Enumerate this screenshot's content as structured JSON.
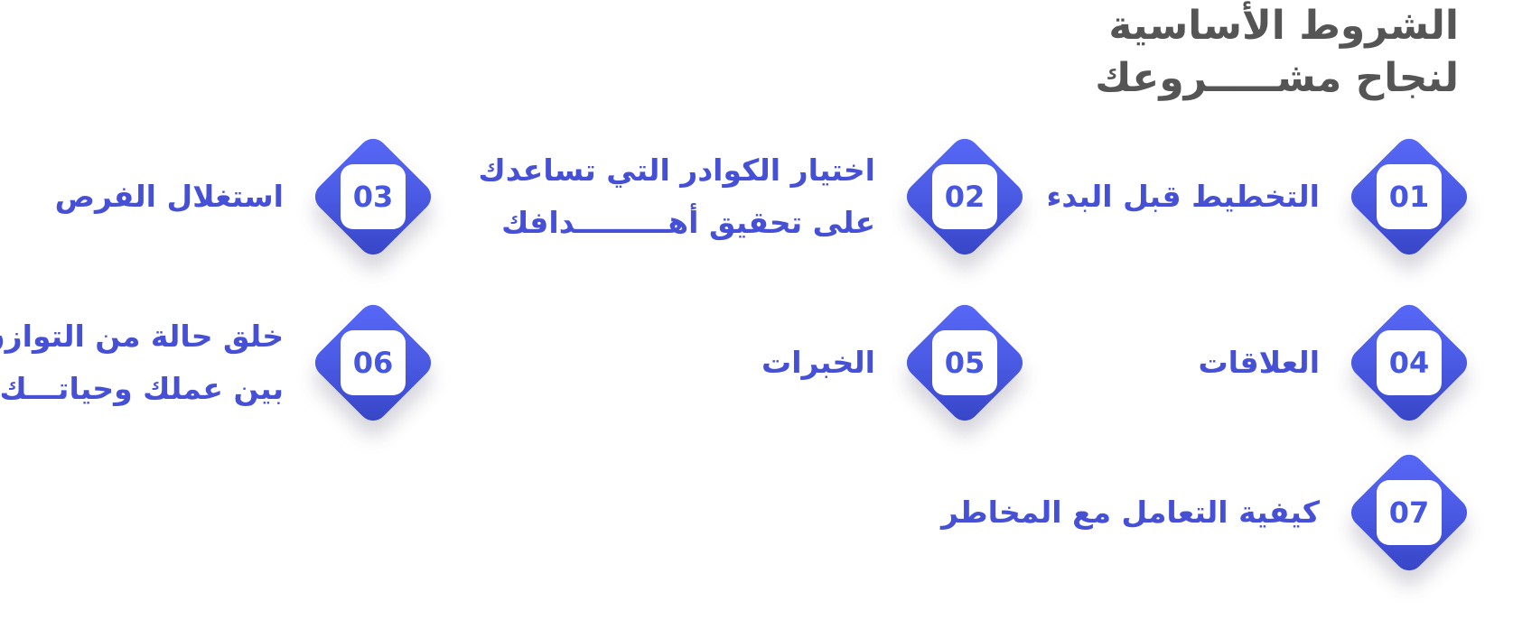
{
  "title": {
    "line1": "الشروط الأساسية",
    "line2": "لنجاح مشـــــروعك"
  },
  "colors": {
    "title": "#555555",
    "accent": "#4c5ce6",
    "label": "#4650d6"
  },
  "items": [
    {
      "number": "01",
      "line1": "التخطيط قبل البدء",
      "line2": ""
    },
    {
      "number": "02",
      "line1": "اختيار الكوادر التي تساعدك",
      "line2": "على تحقيق أهـــــــــدافك"
    },
    {
      "number": "03",
      "line1": "استغلال الفرص",
      "line2": ""
    },
    {
      "number": "04",
      "line1": "العلاقات",
      "line2": ""
    },
    {
      "number": "05",
      "line1": "الخبرات",
      "line2": ""
    },
    {
      "number": "06",
      "line1": "خلق حالة من التوازن",
      "line2": "بين عملك وحياتـــك"
    },
    {
      "number": "07",
      "line1": "كيفية التعامل مع المخاطر",
      "line2": ""
    }
  ]
}
